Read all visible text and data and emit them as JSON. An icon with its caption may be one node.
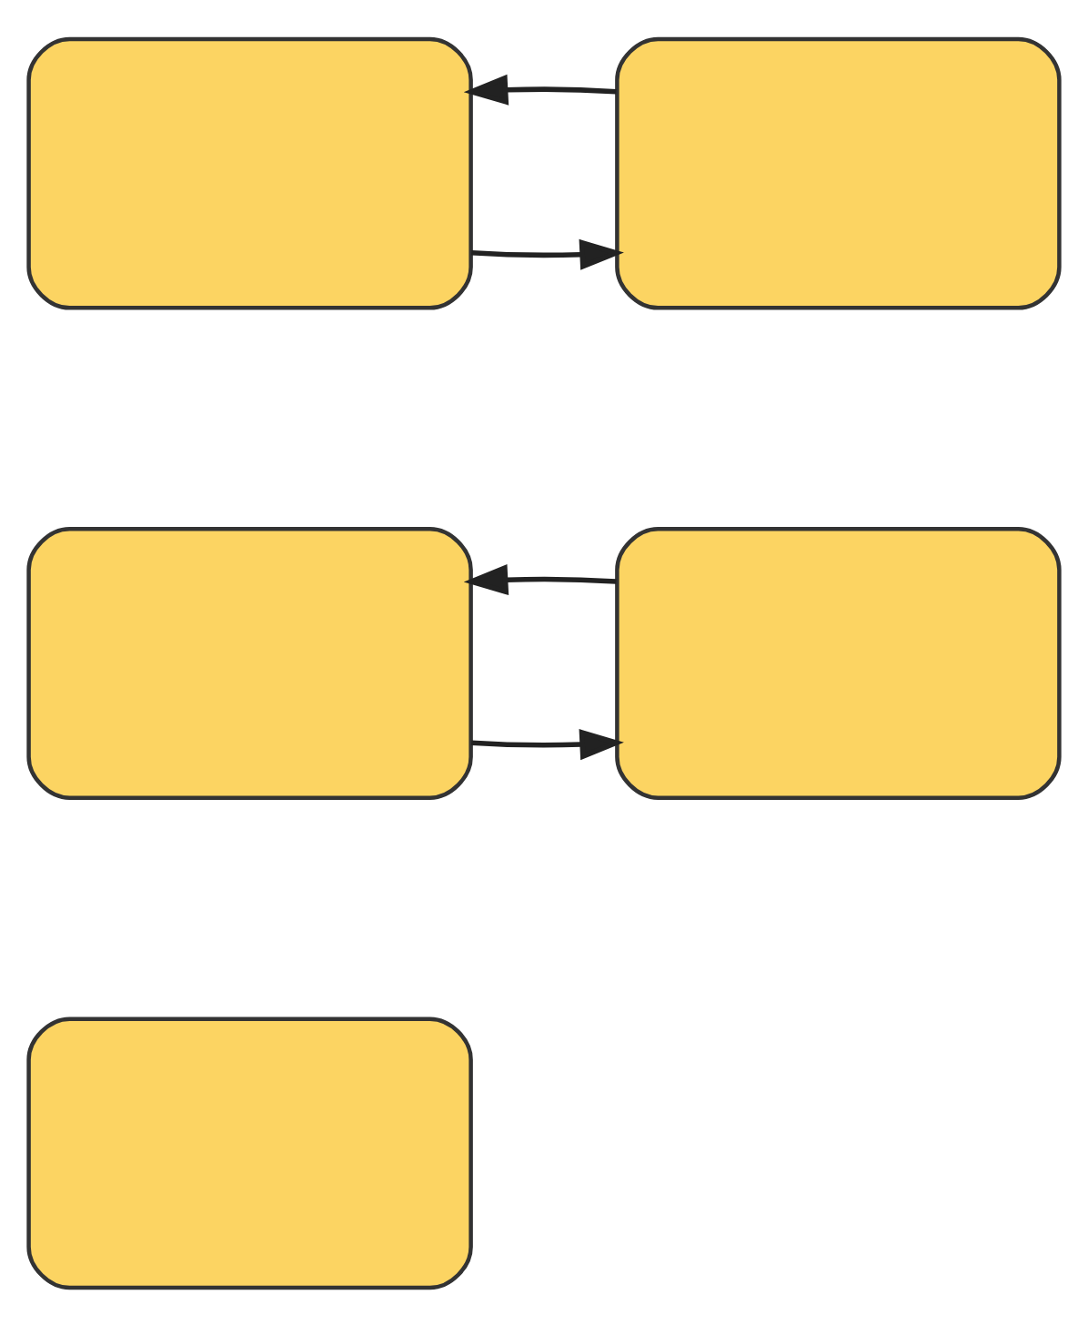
{
  "diagram": {
    "nodes": [
      {
        "text": [],
        "shape": "box"
      },
      {
        "text": [],
        "shape": "box"
      },
      {
        "text": [],
        "shape": "box"
      },
      {
        "text": [],
        "shape": "box"
      },
      {
        "text": [],
        "shape": "box"
      }
    ],
    "edges": [
      {
        "from": 1,
        "to": 2,
        "arrow": "to"
      },
      {
        "from": 2,
        "to": 1,
        "arrow": "to"
      },
      {
        "from": 3,
        "to": 4,
        "arrow": "to"
      },
      {
        "from": 4,
        "to": 3,
        "arrow": "to"
      }
    ]
  }
}
